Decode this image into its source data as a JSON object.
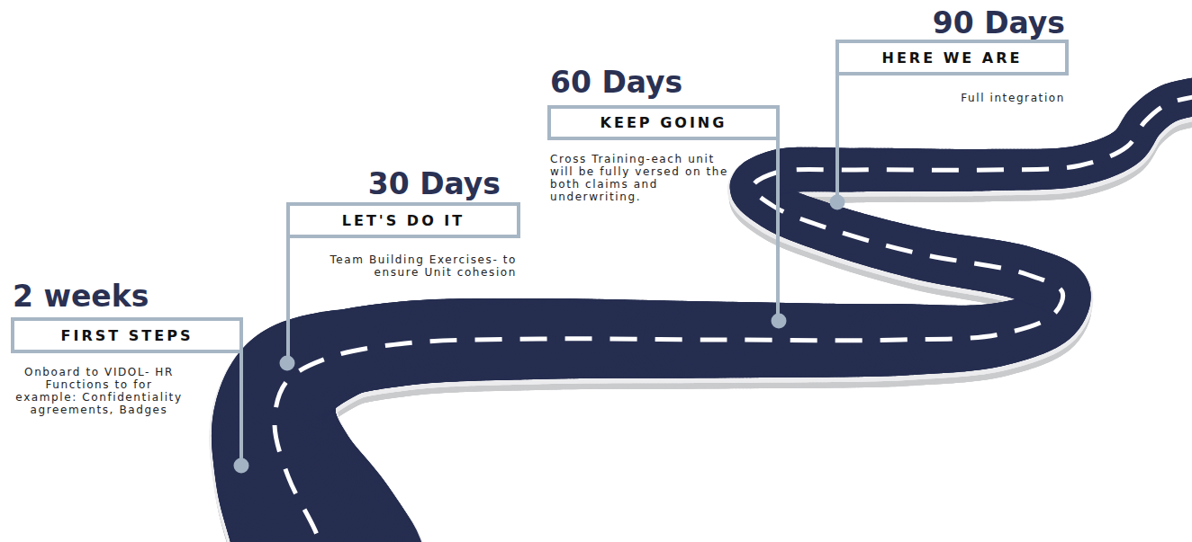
{
  "diagram": {
    "nodes": [
      {
        "text": [
          "2 weeks",
          "FIRST STEPS",
          "Onboard to VIDOL- HR Functions to for example: Confidentiality agreements, Badges"
        ]
      },
      {
        "text": [
          "30 Days",
          "LET'S DO IT",
          "Team Building Exercises- to ensure Unit cohesion"
        ]
      },
      {
        "text": [
          "60 Days",
          "KEEP GOING",
          "Cross Training-each unit will be fully versed on the both claims and underwriting."
        ]
      },
      {
        "text": [
          "90 Days",
          "HERE WE ARE",
          "Full integration"
        ]
      }
    ]
  }
}
